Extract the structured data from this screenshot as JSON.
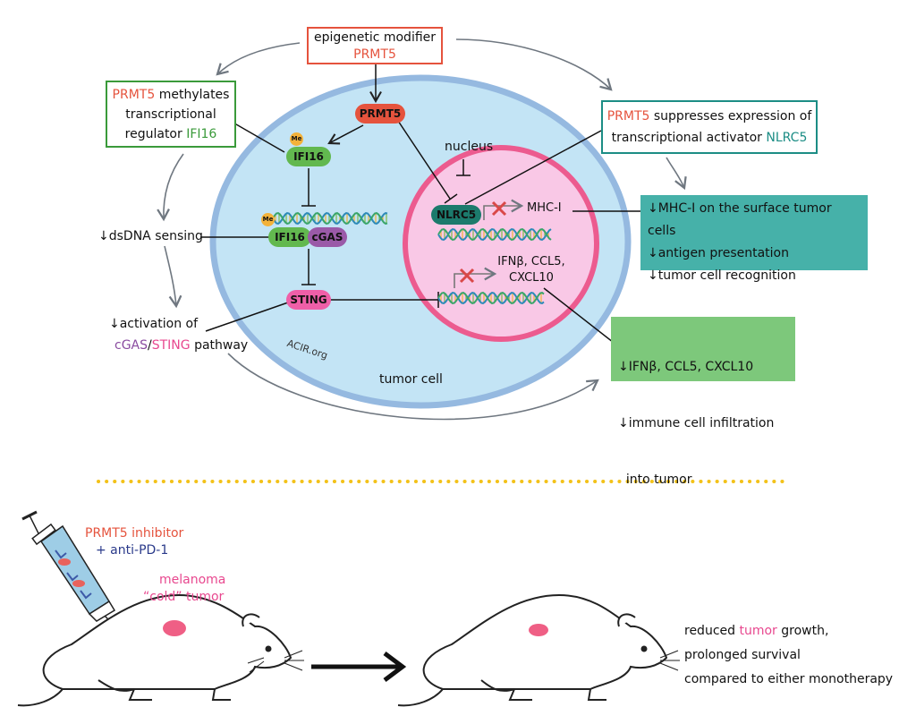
{
  "top_box": {
    "line1": "epigenetic modifier",
    "line2": "PRMT5"
  },
  "left_box": {
    "l1_red": "PRMT5",
    "l1_rest": " methylates",
    "l2": "transcriptional",
    "l3_pre": "regulator ",
    "l3_green": "IFI16"
  },
  "right_box": {
    "l1_red": "PRMT5",
    "l1_rest": " suppresses expression of",
    "l2_pre": "transcriptional activator ",
    "l2_teal": "NLRC5"
  },
  "cell": {
    "prmt5": "PRMT5",
    "ifi16": "IFI16",
    "ifi16_b": "IFI16",
    "cgas": "cGAS",
    "sting": "STING",
    "nlrc5": "NLRC5",
    "me": "Me",
    "me_b": "Me",
    "nucleus": "nucleus",
    "mhc": "MHC-I",
    "ifn_l1": "IFNβ, CCL5,",
    "ifn_l2": "CXCL10",
    "tumor_cell": "tumor cell",
    "watermark": "ACIR.org"
  },
  "left_labels": {
    "dsdna": "↓dsDNA sensing",
    "activation": "↓activation of",
    "path_cgas": "cGAS",
    "path_sep": "/",
    "path_sting": "STING",
    "path_rest": " pathway"
  },
  "teal_panel": {
    "lines": [
      "↓MHC-I on the surface tumor cells",
      "↓antigen presentation",
      "↓tumor cell recognition"
    ]
  },
  "green_panel": {
    "lines": [
      "↓IFNβ, CCL5, CXCL10",
      "↓immune cell infiltration",
      "  into tumor"
    ]
  },
  "bottom": {
    "inhibitor": "PRMT5 inhibitor",
    "anti_pd1": "+ anti-PD-1",
    "melanoma": "melanoma",
    "cold": "“cold” tumor",
    "result_pre": "reduced ",
    "result_tumor": "tumor",
    "result_post": " growth,",
    "result_l2": "prolonged survival",
    "result_l3": "compared to either monotherapy"
  },
  "colors": {
    "cell_fill": "#c3e4f5",
    "cell_border": "#95b9e0",
    "nucleus_fill": "#f9c8e6",
    "nucleus_border": "#ec5b8f",
    "teal_panel": "#46b1a9",
    "green_panel": "#7dc87b",
    "dots": "#f3c21a"
  }
}
